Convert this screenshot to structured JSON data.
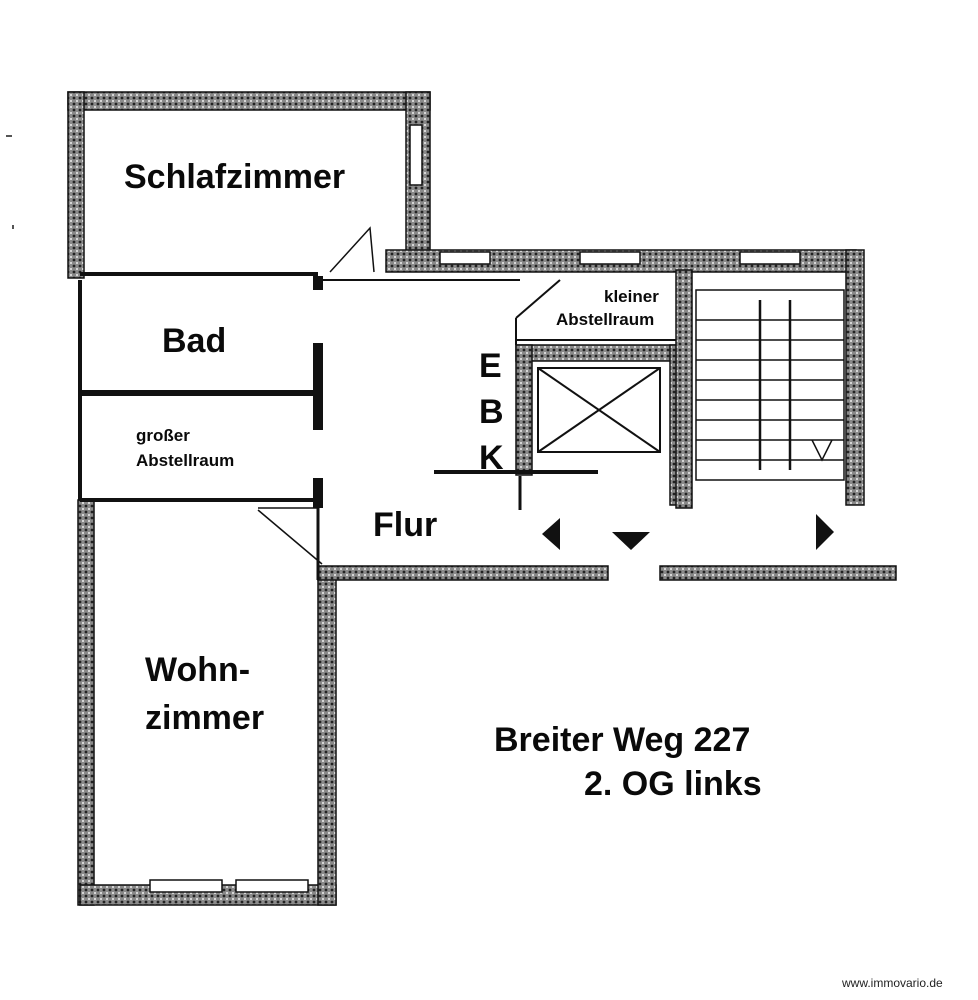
{
  "rooms": {
    "schlafzimmer": "Schlafzimmer",
    "bad": "Bad",
    "grosser_abstellraum_line1": "großer",
    "grosser_abstellraum_line2": "Abstellraum",
    "flur": "Flur",
    "wohnzimmer_line1": "Wohn-",
    "wohnzimmer_line2": "zimmer",
    "kleiner_abstellraum_line1": "kleiner",
    "kleiner_abstellraum_line2": "Abstellraum",
    "ebk": [
      "E",
      "B",
      "K"
    ]
  },
  "address": {
    "line1": "Breiter Weg 227",
    "line2": "2. OG links"
  },
  "watermark": "www.immovario.de",
  "colors": {
    "wall": "#2a2a2a",
    "wall_fill": "#6b6b6b",
    "background": "#ffffff"
  }
}
